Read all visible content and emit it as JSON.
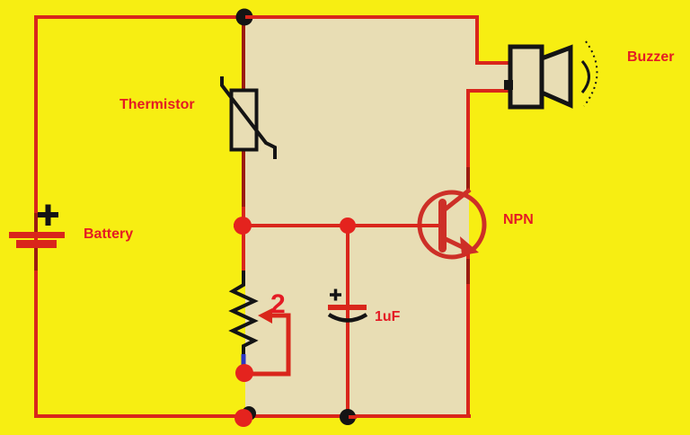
{
  "diagram": {
    "type": "circuit-schematic",
    "components": [
      {
        "name": "battery",
        "label": "Battery",
        "symbol": "battery-cell-icon"
      },
      {
        "name": "thermistor",
        "label": "Thermistor",
        "symbol": "thermistor-icon"
      },
      {
        "name": "potentiometer",
        "label": "2",
        "symbol": "variable-resistor-icon"
      },
      {
        "name": "capacitor",
        "label": "1uF",
        "symbol": "polarized-capacitor-icon"
      },
      {
        "name": "transistor",
        "label": "NPN",
        "symbol": "npn-transistor-icon"
      },
      {
        "name": "buzzer",
        "label": "Buzzer",
        "symbol": "speaker-icon"
      }
    ]
  },
  "labels": {
    "thermistor": "Thermistor",
    "battery": "Battery",
    "buzzer": "Buzzer",
    "transistor": "NPN",
    "capacitor": "1uF",
    "potentiometer": "2"
  },
  "colors": {
    "background_yellow": "#f7ee12",
    "panel_beige": "#e8ddb4",
    "wire_red": "#d9261b",
    "dark_red": "#9b1b10",
    "transistor_red": "#cd2f27",
    "dot_red": "#e4231e",
    "label_red": "#e41b24",
    "pot_blue": "#2b35c5",
    "ink_black": "#141414"
  }
}
